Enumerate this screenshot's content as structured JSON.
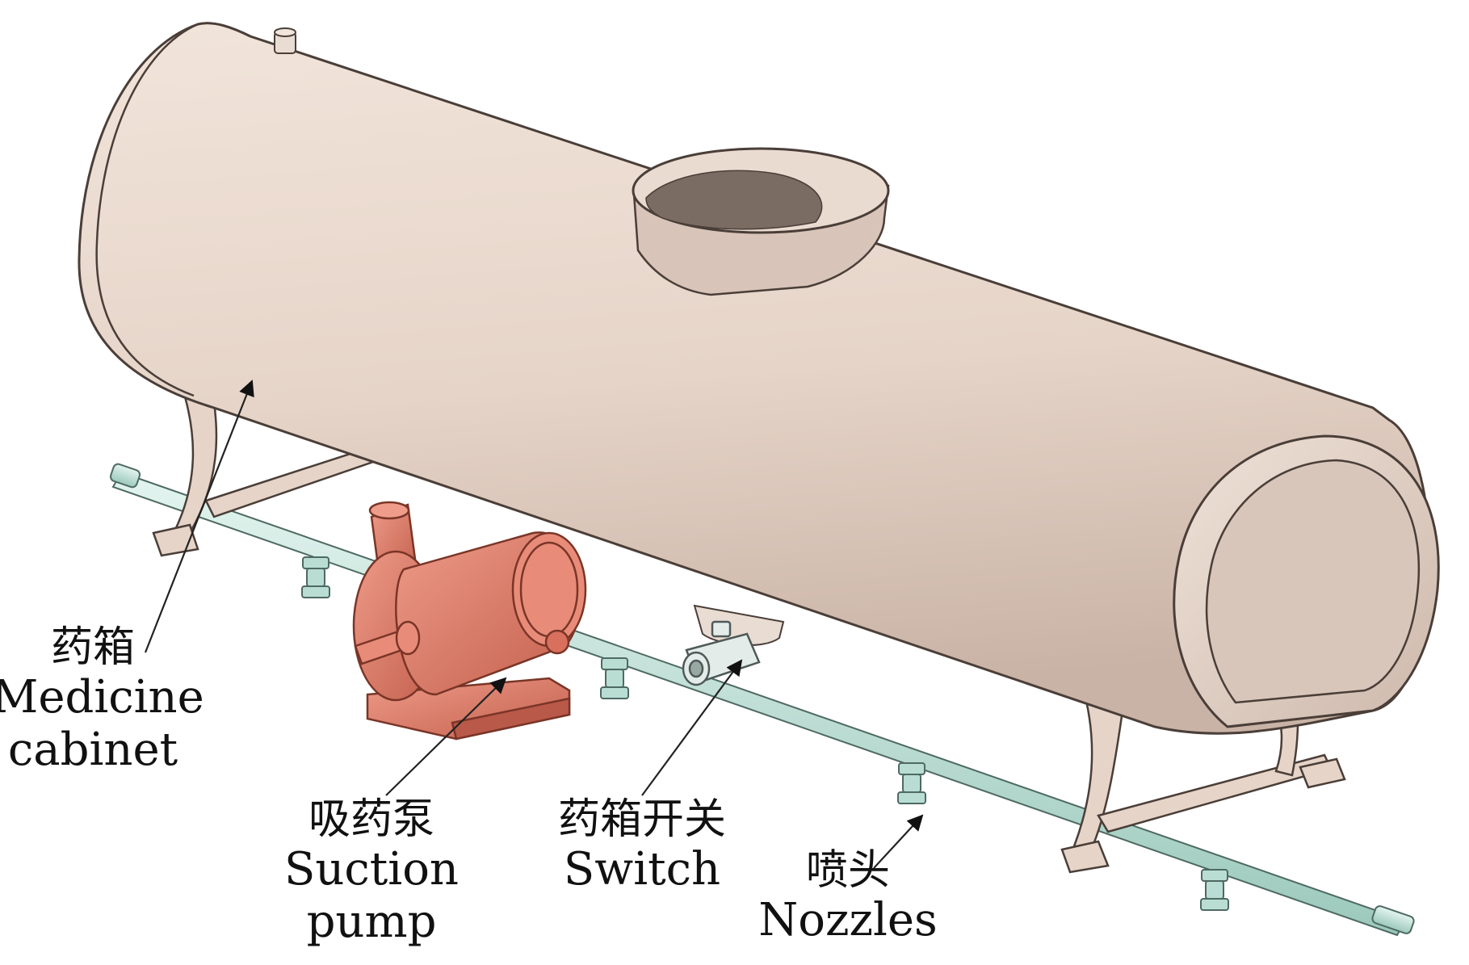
{
  "colors": {
    "tank_body": "#e7d6cb",
    "tank_shadow": "#c9b3a6",
    "tank_outline": "#4a3e38",
    "pump_body": "#e0806e",
    "pump_shadow": "#b25a4a",
    "pipe": "#bfe3d9",
    "pipe_outline": "#4e6a62",
    "leader_line": "#222222"
  },
  "labels": {
    "medicine_cabinet": {
      "zh": "药箱",
      "en_line1": "Medicine",
      "en_line2": "cabinet"
    },
    "suction_pump": {
      "zh": "吸药泵",
      "en_line1": "Suction",
      "en_line2": "pump"
    },
    "switch": {
      "zh": "药箱开关",
      "en_line1": "Switch"
    },
    "nozzles": {
      "zh": "喷头",
      "en_line1": "Nozzles"
    }
  }
}
